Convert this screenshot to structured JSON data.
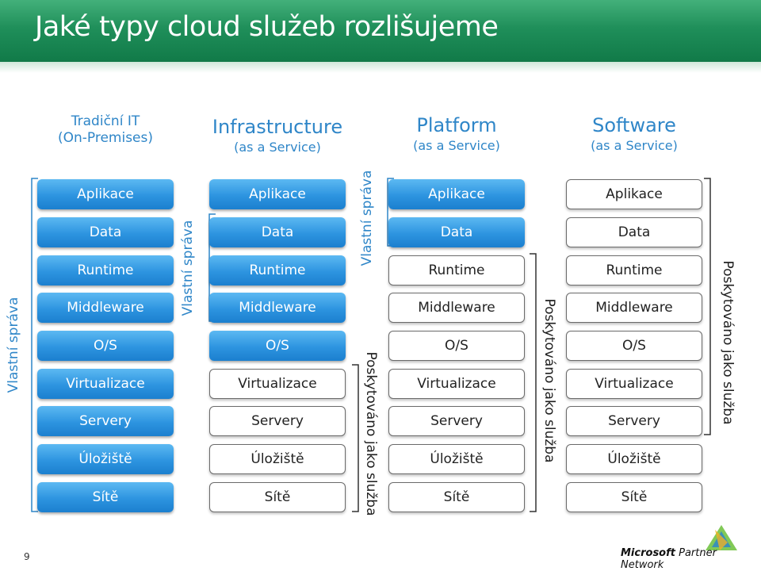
{
  "title": "Jaké typy cloud služeb rozlišujeme",
  "columns": [
    {
      "head1": "Tradiční IT",
      "head2": "(On-Premises)"
    },
    {
      "head1": "Infrastructure",
      "head2": "(as a Service)"
    },
    {
      "head1": "Platform",
      "head2": "(as a Service)"
    },
    {
      "head1": "Software",
      "head2": "(as a Service)"
    }
  ],
  "layers": [
    "Aplikace",
    "Data",
    "Runtime",
    "Middleware",
    "O/S",
    "Virtualizace",
    "Servery",
    "Úložiště",
    "Sítě"
  ],
  "labels": {
    "self_managed": "Vlastní správa",
    "as_service": "Poskytováno jako služba"
  },
  "colors": {
    "self_managed": "#2f8fdc",
    "as_service": "#ffffff",
    "title_bar": "#1f8f5a"
  },
  "footer": {
    "page_number": "9",
    "brand_bold": "Microsoft",
    "brand_rest": "Partner Network"
  }
}
